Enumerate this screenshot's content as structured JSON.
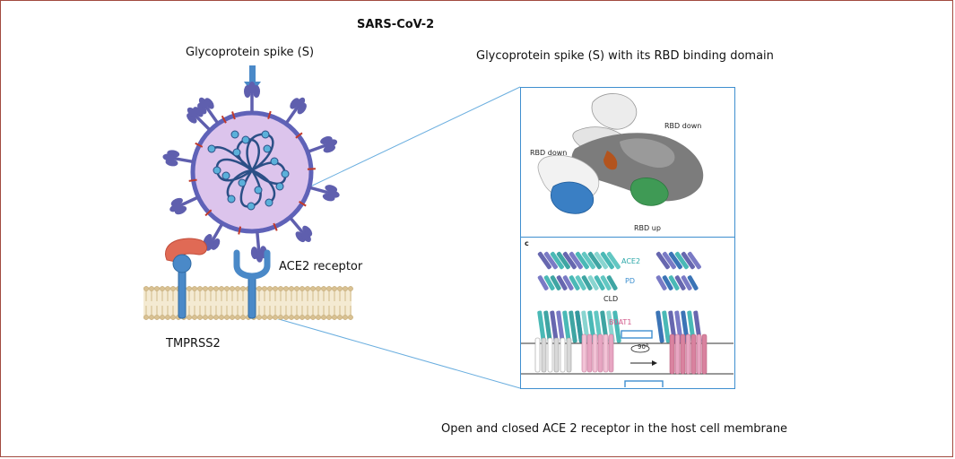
{
  "figure": {
    "title": "SARS-CoV-2",
    "spike_label": "Glycoprotein spike (S)",
    "rbd_caption": "Glycoprotein spike (S) with its RBD binding domain",
    "ace2_label": "ACE2 receptor",
    "tmprss2_label": "TMPRSS2",
    "ace_caption": "Open and closed ACE 2 receptor in the host cell membrane"
  },
  "rbd_panel": {
    "label_down_right": "RBD down",
    "label_down_left": "RBD down",
    "label_up": "RBD up"
  },
  "ace_panel": {
    "panel_letter": "c",
    "label_ace2": "ACE2",
    "label_pd": "PD",
    "label_cld": "CLD",
    "label_b0at1": "B0AT1",
    "label_rotation": "90°"
  },
  "colors": {
    "frame": "#a24a3f",
    "virus_fill": "#dcc4ec",
    "virus_edge": "#5f62b8",
    "spike": "#5f5fae",
    "rna": "#2b4f86",
    "rna_beads": "#5bb0da",
    "receptor": "#4a89c8",
    "tmprss2_cap": "#e06a55",
    "membrane": "#e2d1ab",
    "panel_border": "#3f8fcf",
    "zoom_lines": "#6aaedf"
  }
}
